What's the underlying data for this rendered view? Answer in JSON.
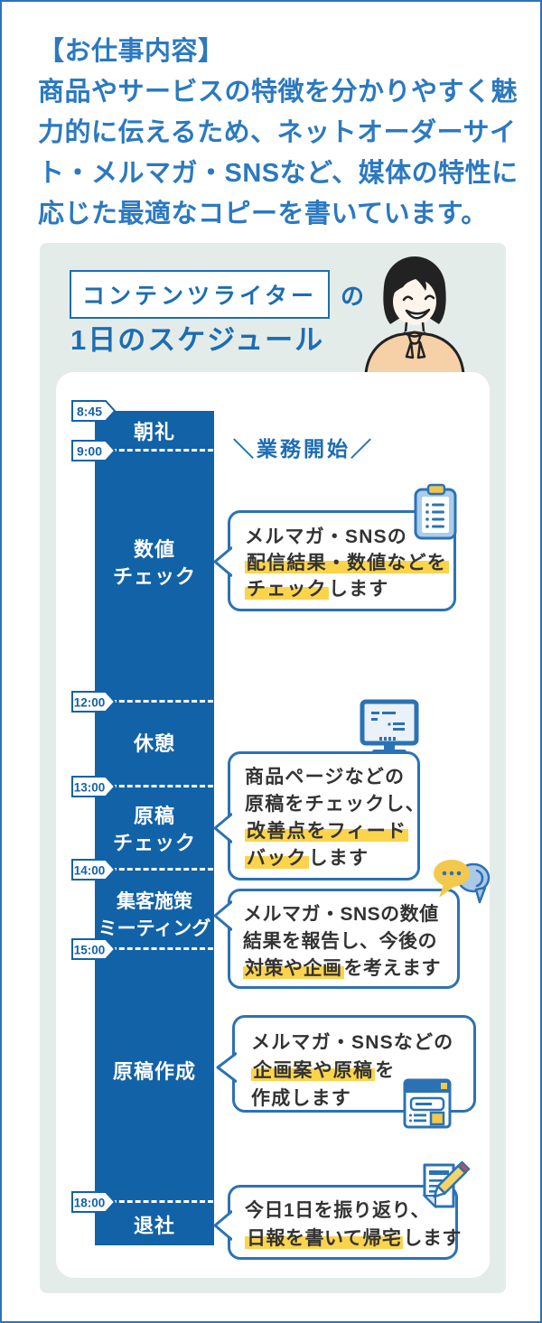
{
  "colors": {
    "primary_blue": "#1262a8",
    "outline_blue": "#2b72b4",
    "intro_text_blue": "#2b79c0",
    "title_blue": "#1d6db3",
    "panel_green": "#e4ece9",
    "highlight_yellow": "#fbd44c",
    "icon_yellow": "#f2c94c",
    "skin_peach": "#f6d0a6"
  },
  "intro": {
    "heading": "【お仕事内容】",
    "body": "商品やサービスの特徴を分かりやすく魅力的に伝えるため、ネットオーダーサイト・メルマガ・SNSなど、媒体の特性に応じた最適なコピーを書いています。"
  },
  "header": {
    "job_title": "コンテンツライター",
    "particle": "の",
    "subtitle": "1日のスケジュール",
    "illustration": "smiling-woman-with-bob-hair"
  },
  "timeline": {
    "start_note": "＼業務開始／",
    "entries": [
      {
        "time": "8:45",
        "label": "朝礼"
      },
      {
        "time": "9:00",
        "label": "数値\nチェック"
      },
      {
        "time": "12:00",
        "label": "休憩"
      },
      {
        "time": "13:00",
        "label": "原稿\nチェック"
      },
      {
        "time": "14:00",
        "label": "集客施策\nミーティング"
      },
      {
        "time": "15:00",
        "label": "原稿作成"
      },
      {
        "time": "18:00",
        "label": "退社"
      }
    ]
  },
  "bubbles": [
    {
      "icon": "clipboard-icon",
      "lines": [
        [
          {
            "t": "メルマガ・SNSの",
            "hl": false
          }
        ],
        [
          {
            "t": "配信結果・数値などを",
            "hl": true
          }
        ],
        [
          {
            "t": "チェック",
            "hl": true
          },
          {
            "t": "します",
            "hl": false
          }
        ]
      ]
    },
    {
      "icon": "monitor-icon",
      "lines": [
        [
          {
            "t": "商品ページなどの",
            "hl": false
          }
        ],
        [
          {
            "t": "原稿をチェックし、",
            "hl": false
          }
        ],
        [
          {
            "t": "改善点をフィード",
            "hl": true
          }
        ],
        [
          {
            "t": "バック",
            "hl": true
          },
          {
            "t": "します",
            "hl": false
          }
        ]
      ]
    },
    {
      "icon": "chat-icon",
      "lines": [
        [
          {
            "t": "メルマガ・SNSの数値",
            "hl": false
          }
        ],
        [
          {
            "t": "結果を報告し、今後の",
            "hl": false
          }
        ],
        [
          {
            "t": "対策や企画",
            "hl": true
          },
          {
            "t": "を考えます",
            "hl": false
          }
        ]
      ]
    },
    {
      "icon": "browser-icon",
      "lines": [
        [
          {
            "t": "メルマガ・SNSなどの",
            "hl": false
          }
        ],
        [
          {
            "t": "企画案や原稿",
            "hl": true
          },
          {
            "t": "を",
            "hl": false
          }
        ],
        [
          {
            "t": "作成します",
            "hl": false
          }
        ]
      ]
    },
    {
      "icon": "note-pencil-icon",
      "lines": [
        [
          {
            "t": "今日1日を振り返り、",
            "hl": false
          }
        ],
        [
          {
            "t": "日報を書いて帰宅",
            "hl": true
          },
          {
            "t": "します",
            "hl": false
          }
        ]
      ]
    }
  ]
}
